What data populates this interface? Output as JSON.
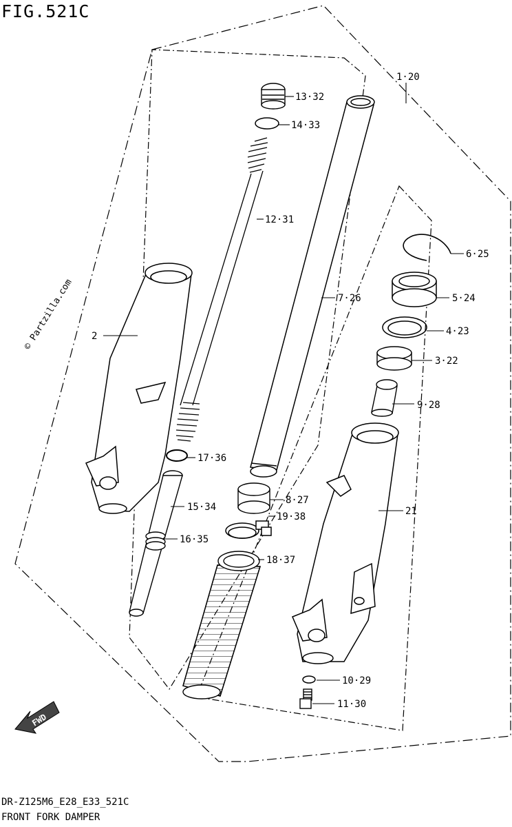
{
  "figure": {
    "title": "FIG.521C",
    "footer_code": "DR-Z125M6_E28_E33_521C",
    "footer_name": "FRONT FORK DAMPER",
    "watermark": "© Partzilla.com",
    "fwd_label": "FWD"
  },
  "callouts": [
    {
      "id": "c1",
      "text": "1·20"
    },
    {
      "id": "c13",
      "text": "13·32"
    },
    {
      "id": "c14",
      "text": "14·33"
    },
    {
      "id": "c12",
      "text": "12·31"
    },
    {
      "id": "c6",
      "text": "6·25"
    },
    {
      "id": "c7",
      "text": "7·26"
    },
    {
      "id": "c5",
      "text": "5·24"
    },
    {
      "id": "c2",
      "text": "2"
    },
    {
      "id": "c4",
      "text": "4·23"
    },
    {
      "id": "c3",
      "text": "3·22"
    },
    {
      "id": "c9",
      "text": "9·28"
    },
    {
      "id": "c17",
      "text": "17·36"
    },
    {
      "id": "c8",
      "text": "8·27"
    },
    {
      "id": "c15",
      "text": "15·34"
    },
    {
      "id": "c21",
      "text": "21"
    },
    {
      "id": "c19",
      "text": "19·38"
    },
    {
      "id": "c16",
      "text": "16·35"
    },
    {
      "id": "c18",
      "text": "18·37"
    },
    {
      "id": "c10",
      "text": "10·29"
    },
    {
      "id": "c11",
      "text": "11·30"
    }
  ]
}
